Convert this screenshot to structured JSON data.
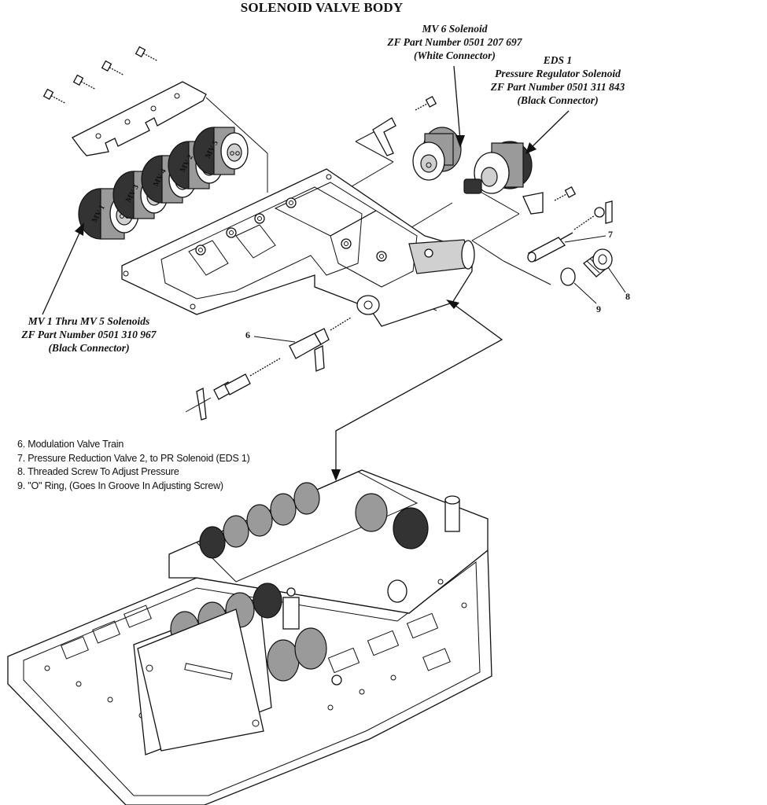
{
  "title": "SOLENOID VALVE BODY",
  "callouts": {
    "mv6": {
      "line1": "MV 6 Solenoid",
      "line2": "ZF Part Number  0501 207 697",
      "line3": "(White Connector)"
    },
    "eds1": {
      "line1": "EDS 1",
      "line2": "Pressure Regulator Solenoid",
      "line3": "ZF Part Number  0501 311 843",
      "line4": "(Black Connector)"
    },
    "mv1_5": {
      "line1": "MV 1 Thru MV 5 Solenoids",
      "line2": "ZF Part Number  0501 310 967",
      "line3": "(Black Connector)"
    }
  },
  "solenoid_labels": [
    "MV 1",
    "MV 3",
    "MV 4",
    "MV 2",
    "MV 5"
  ],
  "part_numbers": {
    "n6": "6",
    "n7": "7",
    "n8": "8",
    "n9": "9"
  },
  "legend": [
    "6.  Modulation Valve Train",
    "7.  Pressure Reduction Valve  2, to PR Solenoid (EDS 1)",
    "8.  Threaded Screw To Adjust Pressure",
    "9.  \"O\" Ring, (Goes In Groove In Adjusting Screw)"
  ]
}
